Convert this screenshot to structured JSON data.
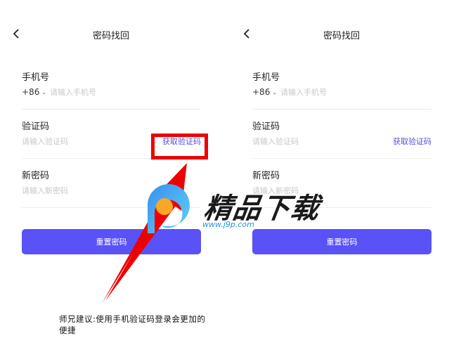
{
  "screens": [
    {
      "nav": {
        "title": "密码找回",
        "back_icon": "chevron-left-icon"
      },
      "phone": {
        "label": "手机号",
        "country_code": "+86",
        "placeholder": "请输入手机号",
        "value": ""
      },
      "code": {
        "label": "验证码",
        "placeholder": "请输入验证码",
        "value": "",
        "get_code_label": "获取验证码"
      },
      "password": {
        "label": "新密码",
        "placeholder": "请输入新密码",
        "value": ""
      },
      "submit_label": "重置密码"
    },
    {
      "nav": {
        "title": "密码找回",
        "back_icon": "chevron-left-icon"
      },
      "phone": {
        "label": "手机号",
        "country_code": "+86",
        "placeholder": "请输入手机号",
        "value": ""
      },
      "code": {
        "label": "验证码",
        "placeholder": "请输入验证码",
        "value": "",
        "get_code_label": "获取验证码"
      },
      "password": {
        "label": "新密码",
        "placeholder": "请输入新密码",
        "value": ""
      },
      "submit_label": "重置密码"
    }
  ],
  "annotation": {
    "tip": "师兄建议:使用手机验证码登录会更加的便捷",
    "highlight_color": "#ee0000"
  },
  "watermark": {
    "brand": "精品下载",
    "url": "www.j9p.com"
  },
  "colors": {
    "accent": "#5952f7",
    "link": "#5a50d8",
    "placeholder": "#c8c8c8",
    "divider": "#eeeeee"
  }
}
